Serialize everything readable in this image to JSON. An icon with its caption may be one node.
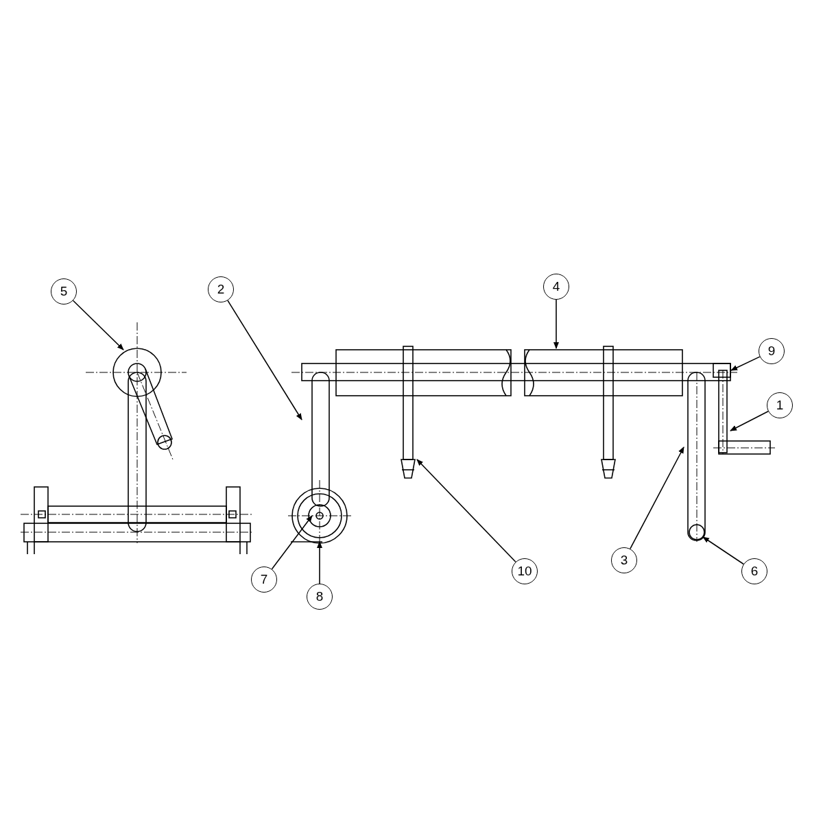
{
  "diagram": {
    "nodes": [
      {
        "text": [
          "5"
        ]
      },
      {
        "text": [
          "2"
        ]
      },
      {
        "text": [
          "4"
        ]
      },
      {
        "text": [
          "9"
        ]
      },
      {
        "text": [
          "1"
        ]
      },
      {
        "text": [
          "3"
        ]
      },
      {
        "text": [
          "10"
        ]
      },
      {
        "text": [
          "6"
        ]
      },
      {
        "text": [
          "7"
        ]
      },
      {
        "text": [
          "8"
        ]
      }
    ],
    "edges": [
      {
        "from": 0,
        "to": null,
        "arrow": "to"
      },
      {
        "from": 1,
        "to": null,
        "arrow": "to"
      },
      {
        "from": 2,
        "to": null,
        "arrow": "to"
      },
      {
        "from": 3,
        "to": null,
        "arrow": "to"
      },
      {
        "from": 4,
        "to": null,
        "arrow": "to"
      },
      {
        "from": 5,
        "to": null,
        "arrow": "to"
      },
      {
        "from": 6,
        "to": null,
        "arrow": "to"
      },
      {
        "from": 7,
        "to": null,
        "arrow": "to"
      },
      {
        "from": 8,
        "to": null,
        "arrow": "to"
      },
      {
        "from": 9,
        "to": null,
        "arrow": "to"
      }
    ]
  }
}
